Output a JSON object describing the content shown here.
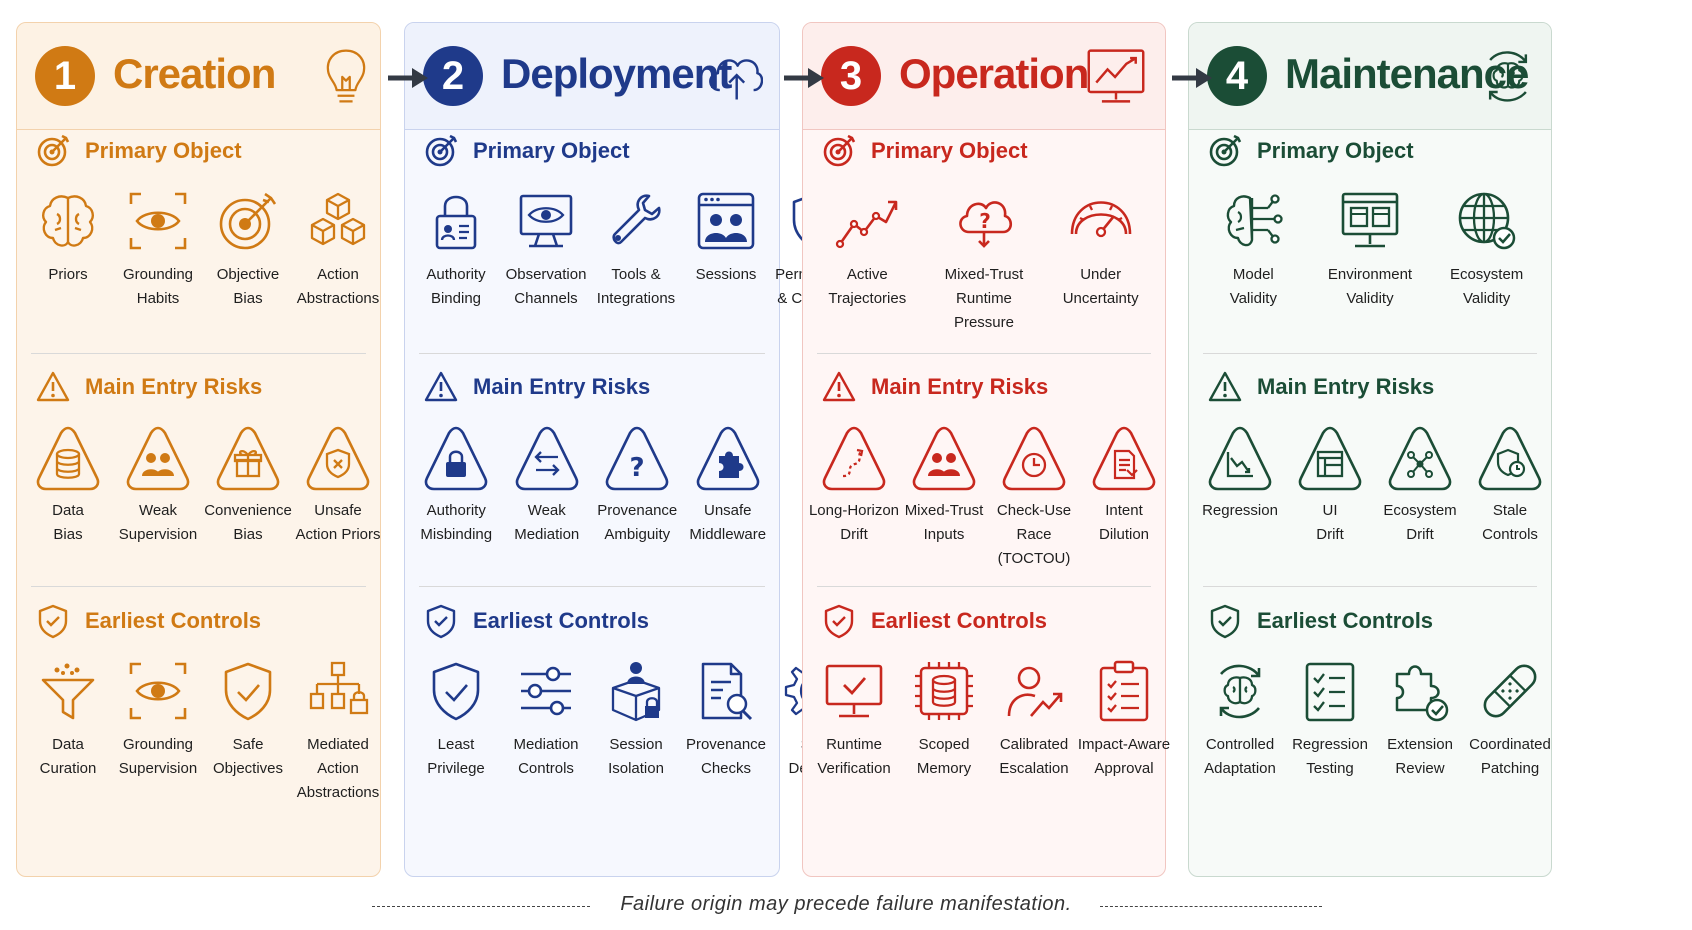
{
  "section_labels": {
    "primary": "Primary Object",
    "risks": "Main Entry Risks",
    "controls": "Earliest Controls"
  },
  "stages": [
    {
      "number": "1",
      "title": "Creation",
      "color": "#d07a14",
      "bg": "#fdf4ea",
      "border": "#f3d2ac",
      "head_bg": "#fdf2e4",
      "header_icon": "lightbulb-icon",
      "primary": [
        {
          "label": "Priors",
          "icon": "brain-icon"
        },
        {
          "label": "Grounding\nHabits",
          "icon": "eye-focus-icon"
        },
        {
          "label": "Objective\nBias",
          "icon": "target-icon"
        },
        {
          "label": "Action\nAbstractions",
          "icon": "cubes-icon"
        }
      ],
      "risks": [
        {
          "label": "Data\nBias",
          "icon": "database-warning-icon"
        },
        {
          "label": "Weak\nSupervision",
          "icon": "users-warning-icon"
        },
        {
          "label": "Convenience\nBias",
          "icon": "gift-warning-icon"
        },
        {
          "label": "Unsafe\nAction Priors",
          "icon": "shield-x-warning-icon"
        }
      ],
      "controls": [
        {
          "label": "Data\nCuration",
          "icon": "funnel-icon"
        },
        {
          "label": "Grounding\nSupervision",
          "icon": "eye-focus-icon"
        },
        {
          "label": "Safe\nObjectives",
          "icon": "shield-check-icon"
        },
        {
          "label": "Mediated\nAction\nAbstractions",
          "icon": "hierarchy-lock-icon"
        }
      ]
    },
    {
      "number": "2",
      "title": "Deployment",
      "color": "#1f3a8a",
      "bg": "#f6f8fe",
      "border": "#c9d3ee",
      "head_bg": "#eef2fc",
      "header_icon": "cloud-upload-icon",
      "primary": [
        {
          "label": "Authority\nBinding",
          "icon": "lock-id-icon"
        },
        {
          "label": "Observation\nChannels",
          "icon": "monitor-eye-icon"
        },
        {
          "label": "Tools &\nIntegrations",
          "icon": "wrench-icon"
        },
        {
          "label": "Sessions",
          "icon": "browser-users-icon"
        },
        {
          "label": "Permissions\n& Channels",
          "icon": "shield-check-icon"
        }
      ],
      "risks": [
        {
          "label": "Authority\nMisbinding",
          "icon": "lock-warning-icon"
        },
        {
          "label": "Weak\nMediation",
          "icon": "arrows-warning-icon"
        },
        {
          "label": "Provenance\nAmbiguity",
          "icon": "question-warning-icon"
        },
        {
          "label": "Unsafe\nMiddleware",
          "icon": "puzzle-warning-icon"
        }
      ],
      "controls": [
        {
          "label": "Least\nPrivilege",
          "icon": "shield-check-icon"
        },
        {
          "label": "Mediation\nControls",
          "icon": "sliders-icon"
        },
        {
          "label": "Session\nIsolation",
          "icon": "box-lock-icon"
        },
        {
          "label": "Provenance\nChecks",
          "icon": "document-search-icon"
        },
        {
          "label": "Safe\nDefaults",
          "icon": "gear-check-icon"
        }
      ]
    },
    {
      "number": "3",
      "title": "Operation",
      "color": "#c8281e",
      "bg": "#fff6f5",
      "border": "#f1c6c1",
      "head_bg": "#fdeeec",
      "header_icon": "chart-monitor-icon",
      "primary": [
        {
          "label": "Active\nTrajectories",
          "icon": "trend-icon"
        },
        {
          "label": "Mixed-Trust\nRuntime\nPressure",
          "icon": "cloud-question-icon"
        },
        {
          "label": "Under\nUncertainty",
          "icon": "gauge-icon"
        }
      ],
      "risks": [
        {
          "label": "Long-Horizon\nDrift",
          "icon": "path-warning-icon"
        },
        {
          "label": "Mixed-Trust\nInputs",
          "icon": "users-warning-icon"
        },
        {
          "label": "Check-Use\nRace\n(TOCTOU)",
          "icon": "clock-warning-icon"
        },
        {
          "label": "Intent\nDilution",
          "icon": "document-warning-icon"
        }
      ],
      "controls": [
        {
          "label": "Runtime\nVerification",
          "icon": "monitor-check-icon"
        },
        {
          "label": "Scoped\nMemory",
          "icon": "chip-database-icon"
        },
        {
          "label": "Calibrated\nEscalation",
          "icon": "user-up-icon"
        },
        {
          "label": "Impact-Aware\nApproval",
          "icon": "clipboard-check-icon"
        }
      ]
    },
    {
      "number": "4",
      "title": "Maintenance",
      "color": "#1b4d36",
      "bg": "#f7faf8",
      "border": "#c9d9cf",
      "head_bg": "#eff5f1",
      "header_icon": "brain-cycle-icon",
      "primary": [
        {
          "label": "Model\nValidity",
          "icon": "brain-network-icon"
        },
        {
          "label": "Environment\nValidity",
          "icon": "monitor-layout-icon"
        },
        {
          "label": "Ecosystem\nValidity",
          "icon": "globe-check-icon"
        }
      ],
      "risks": [
        {
          "label": "Regression",
          "icon": "chart-down-warning-icon"
        },
        {
          "label": "UI\nDrift",
          "icon": "window-warning-icon"
        },
        {
          "label": "Ecosystem\nDrift",
          "icon": "network-warning-icon"
        },
        {
          "label": "Stale\nControls",
          "icon": "shield-clock-warning-icon"
        }
      ],
      "controls": [
        {
          "label": "Controlled\nAdaptation",
          "icon": "brain-cycle-icon"
        },
        {
          "label": "Regression\nTesting",
          "icon": "checklist-icon"
        },
        {
          "label": "Extension\nReview",
          "icon": "puzzle-check-icon"
        },
        {
          "label": "Coordinated\nPatching",
          "icon": "bandage-icon"
        }
      ]
    }
  ],
  "footer": "Failure origin may precede failure manifestation."
}
